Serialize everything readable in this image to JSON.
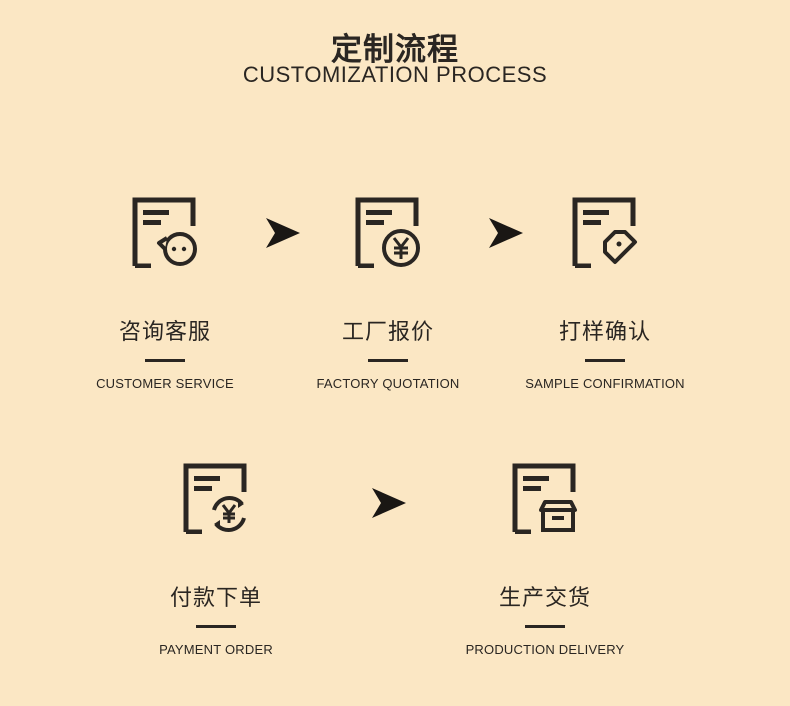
{
  "header": {
    "title_cn": "定制流程",
    "title_en": "CUSTOMIZATION PROCESS"
  },
  "steps": [
    {
      "cn": "咨询客服",
      "en": "CUSTOMER SERVICE",
      "icon": "document-chat-icon"
    },
    {
      "cn": "工厂报价",
      "en": "FACTORY QUOTATION",
      "icon": "document-yen-icon"
    },
    {
      "cn": "打样确认",
      "en": "SAMPLE CONFIRMATION",
      "icon": "document-tag-icon"
    },
    {
      "cn": "付款下单",
      "en": "PAYMENT ORDER",
      "icon": "document-yen-cycle-icon"
    },
    {
      "cn": "生产交货",
      "en": "PRODUCTION DELIVERY",
      "icon": "document-box-icon"
    }
  ],
  "colors": {
    "background": "#fbe7c4",
    "ink": "#2a2622"
  }
}
